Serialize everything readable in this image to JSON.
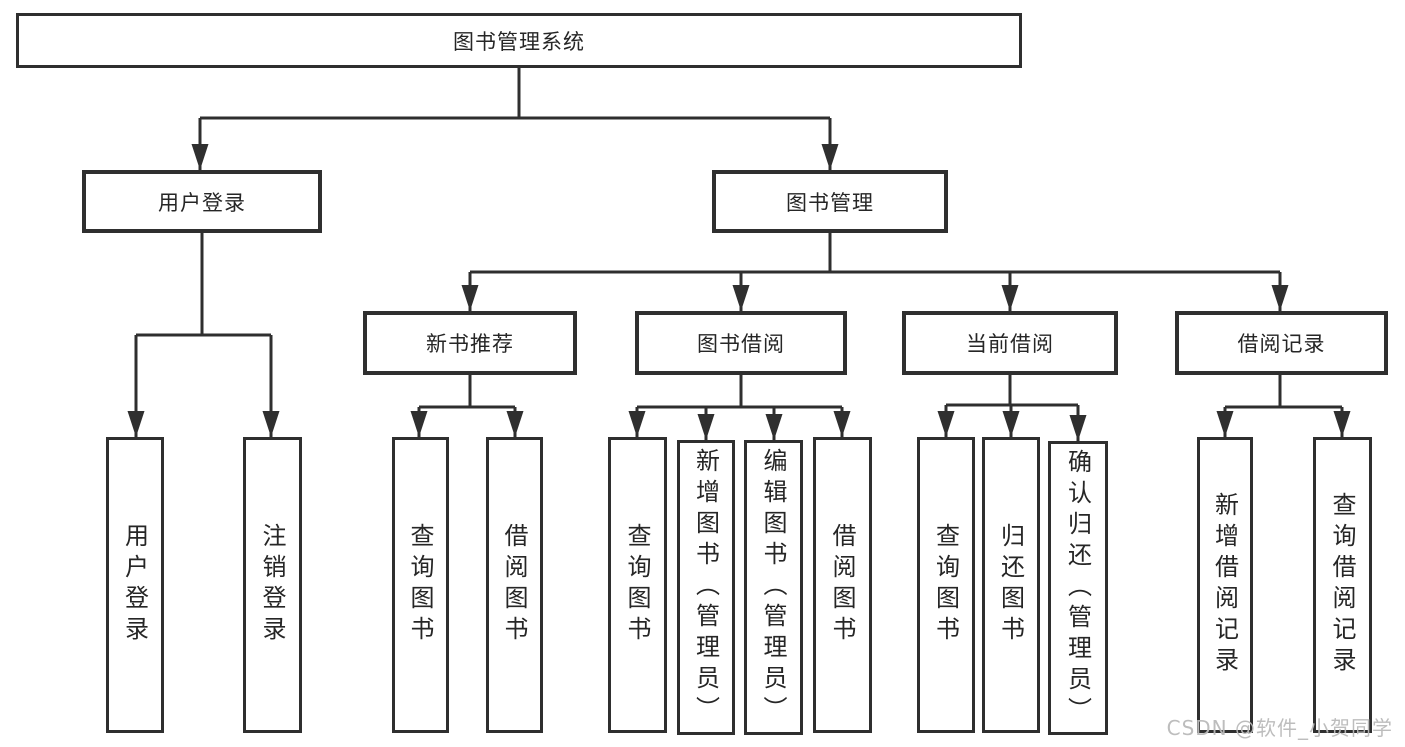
{
  "colors": {
    "line": "#2f2f2f",
    "text": "#262626",
    "box_background": "#ffffff",
    "watermark": "#b9b9b9"
  },
  "diagram": {
    "root": {
      "label": "图书管理系统"
    },
    "level2": [
      {
        "label": "用户登录",
        "parent": "图书管理系统"
      },
      {
        "label": "图书管理",
        "parent": "图书管理系统"
      }
    ],
    "level3": [
      {
        "label": "新书推荐",
        "parent": "图书管理"
      },
      {
        "label": "图书借阅",
        "parent": "图书管理"
      },
      {
        "label": "当前借阅",
        "parent": "图书管理"
      },
      {
        "label": "借阅记录",
        "parent": "图书管理"
      }
    ],
    "leaves": [
      {
        "label": "用户登录",
        "parent": "用户登录"
      },
      {
        "label": "注销登录",
        "parent": "用户登录"
      },
      {
        "label": "查询图书",
        "parent": "新书推荐"
      },
      {
        "label": "借阅图书",
        "parent": "新书推荐"
      },
      {
        "label": "查询图书",
        "parent": "图书借阅"
      },
      {
        "label": "新增图书（管理员）",
        "parent": "图书借阅"
      },
      {
        "label": "编辑图书（管理员）",
        "parent": "图书借阅"
      },
      {
        "label": "借阅图书",
        "parent": "图书借阅"
      },
      {
        "label": "查询图书",
        "parent": "当前借阅"
      },
      {
        "label": "归还图书",
        "parent": "当前借阅"
      },
      {
        "label": "确认归还（管理员）",
        "parent": "当前借阅"
      },
      {
        "label": "新增借阅记录",
        "parent": "借阅记录"
      },
      {
        "label": "查询借阅记录",
        "parent": "借阅记录"
      }
    ],
    "watermark": "CSDN @软件_小贺同学"
  }
}
